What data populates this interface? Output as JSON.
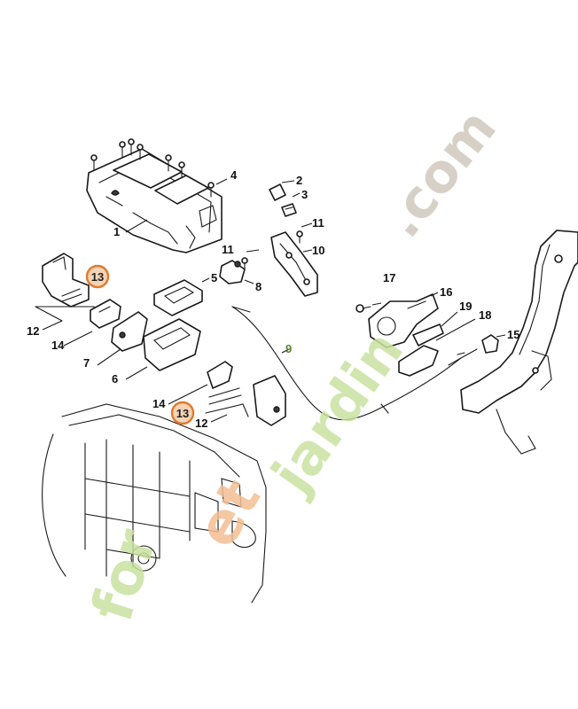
{
  "colors": {
    "line": "#1a1a1a",
    "highlight_ring": "#e07a2c",
    "highlight_fill": "#f6d3b4",
    "watermark_green": "#c9e2a0",
    "watermark_orange": "#f3bf92",
    "watermark_grey": "#cfc8bd",
    "callout_9": "#4f8a2a"
  },
  "callouts": {
    "c1": "1",
    "c2": "2",
    "c3": "3",
    "c4": "4",
    "c5": "5",
    "c6": "6",
    "c7": "7",
    "c8": "8",
    "c9": "9",
    "c10": "10",
    "c11a": "11",
    "c11b": "11",
    "c12a": "12",
    "c12b": "12",
    "c13a": "13",
    "c13b": "13",
    "c14a": "14",
    "c14b": "14",
    "c15": "15",
    "c16": "16",
    "c17": "17",
    "c18": "18",
    "c19": "19"
  },
  "watermark": {
    "text": "foretjardin.com",
    "part1": "for",
    "part2": "et",
    "part3": "jardin",
    "part4": ".com"
  }
}
